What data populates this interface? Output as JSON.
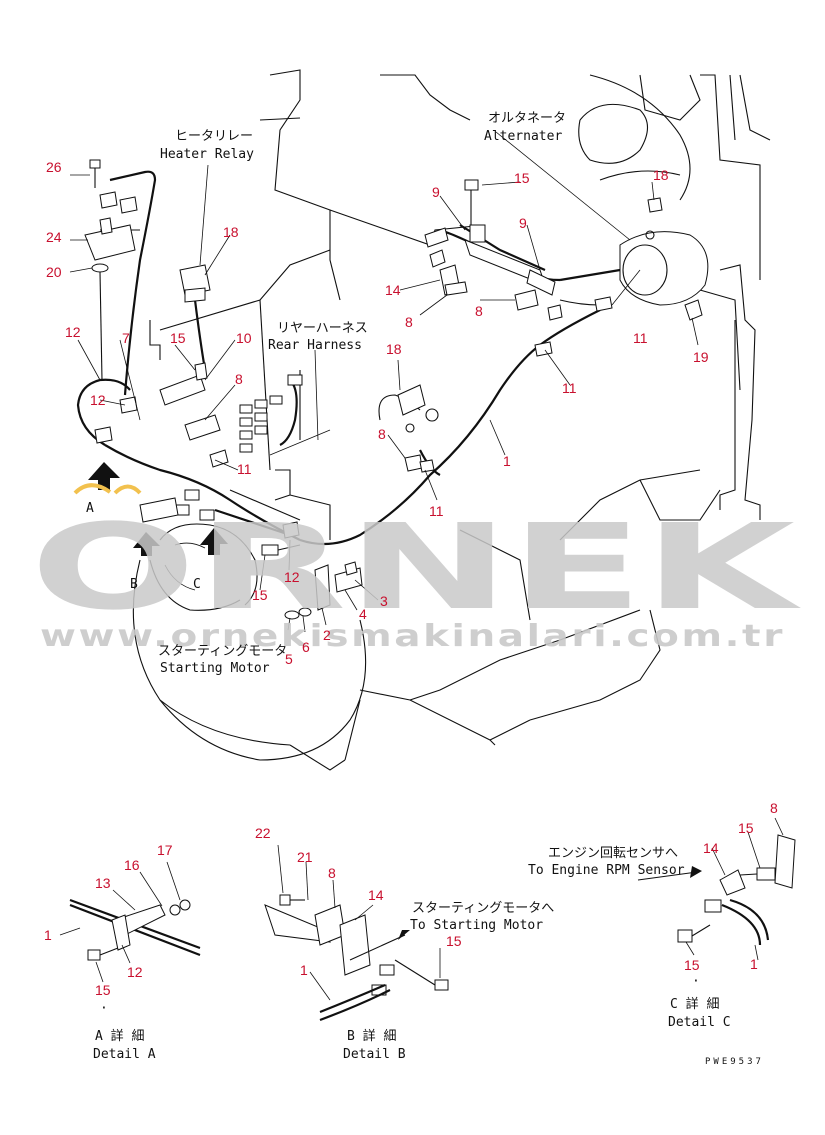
{
  "annotations": {
    "heater_relay_jp": "ヒータリレー",
    "heater_relay_en": "Heater Relay",
    "alternator_jp": "オルタネータ",
    "alternator_en": "Alternater",
    "rear_harness_jp": "リヤーハーネス",
    "rear_harness_en": "Rear Harness",
    "starting_motor_jp": "スターティングモータ",
    "starting_motor_en": "Starting Motor",
    "to_rpm_sensor_jp": "エンジン回転センサへ",
    "to_rpm_sensor_en": "To Engine RPM Sensor",
    "to_starting_motor_jp": "スターティングモータへ",
    "to_starting_motor_en": "To Starting Motor"
  },
  "view_arrows": {
    "a": "A",
    "b": "B",
    "c": "C"
  },
  "details": {
    "a_jp": "A 詳 細",
    "a_en": "Detail A",
    "b_jp": "B 詳 細",
    "b_en": "Detail B",
    "c_jp": "C 詳 細",
    "c_en": "Detail C"
  },
  "drawing_code": "PWE9537",
  "watermark": {
    "brand": "ORNEK",
    "url": "www.ornekismakinalari.com.tr"
  },
  "callouts": {
    "main": [
      "26",
      "24",
      "20",
      "12",
      "7",
      "12",
      "15",
      "10",
      "8",
      "18",
      "11",
      "15",
      "9",
      "9",
      "14",
      "8",
      "8",
      "18",
      "11",
      "18",
      "11",
      "11",
      "1",
      "8",
      "11",
      "12",
      "15",
      "5",
      "6",
      "2",
      "4",
      "3",
      "19"
    ],
    "detail_a": [
      "1",
      "13",
      "16",
      "17",
      "12",
      "15"
    ],
    "detail_b": [
      "22",
      "21",
      "8",
      "14",
      "15",
      "1"
    ],
    "detail_c": [
      "8",
      "15",
      "14",
      "15",
      "1"
    ]
  },
  "colors": {
    "callout": "#c8102e",
    "line": "#111111",
    "watermark": "#c9c9c9",
    "arrow_accent": "#f2c14e"
  }
}
